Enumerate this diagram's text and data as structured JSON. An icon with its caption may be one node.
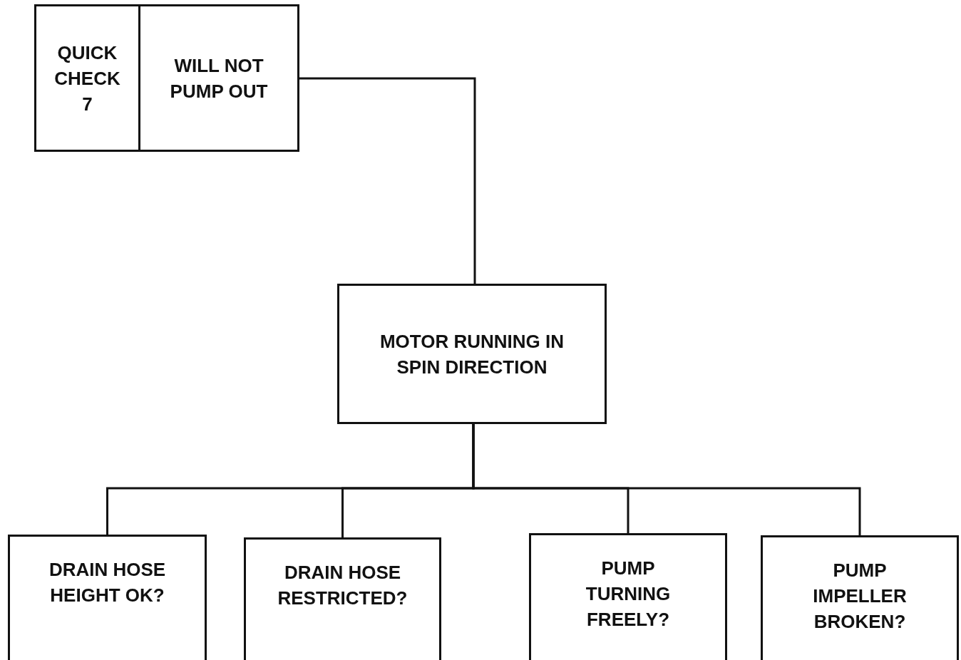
{
  "diagram": {
    "nodes": [
      {
        "text": [
          "QUICK CHECK 7"
        ]
      },
      {
        "text": [
          "WILL NOT PUMP OUT"
        ]
      },
      {
        "text": [
          "MOTOR RUNNING IN SPIN DIRECTION"
        ]
      },
      {
        "text": [
          "DRAIN HOSE HEIGHT OK?"
        ]
      },
      {
        "text": [
          "DRAIN HOSE RESTRICTED?"
        ]
      },
      {
        "text": [
          "PUMP TURNING FREELY?"
        ]
      },
      {
        "text": [
          "PUMP IMPELLER BROKEN?"
        ]
      }
    ],
    "edges": [
      {
        "from": 1,
        "to": 2,
        "arrow": "none"
      },
      {
        "from": 2,
        "to": 3,
        "arrow": "none"
      },
      {
        "from": 2,
        "to": 4,
        "arrow": "none"
      },
      {
        "from": 2,
        "to": 5,
        "arrow": "none"
      },
      {
        "from": 2,
        "to": 6,
        "arrow": "none"
      }
    ]
  }
}
